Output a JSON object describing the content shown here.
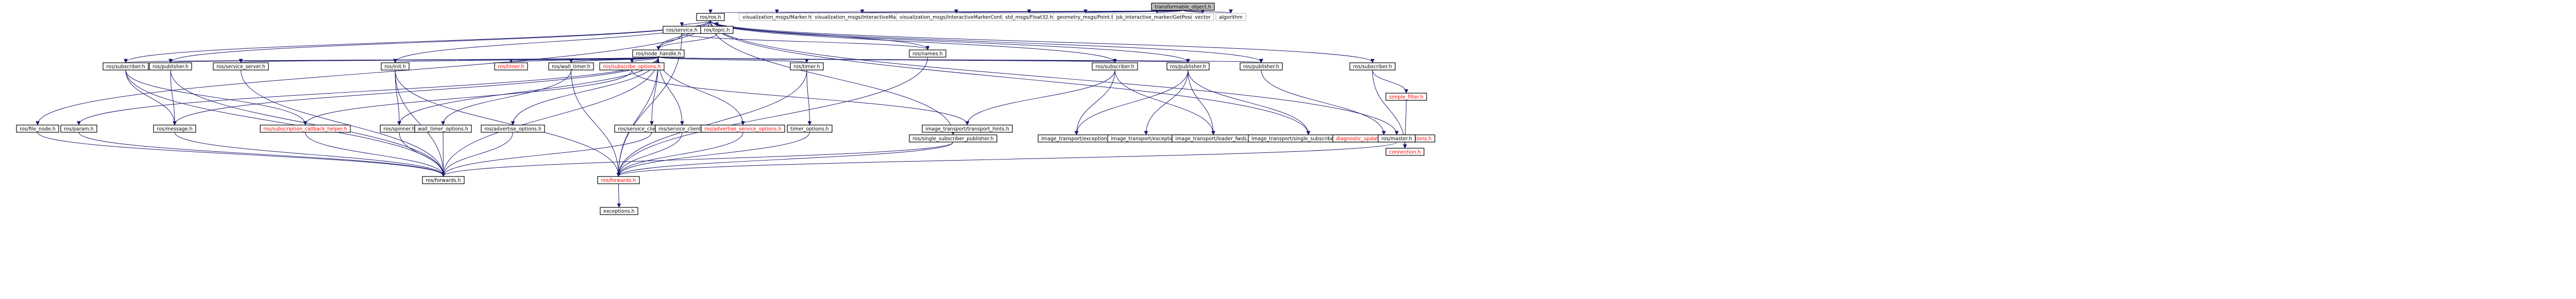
{
  "colors": {
    "edge": "#191970",
    "root_fill": "#bfbfbf",
    "node_border": "#000000",
    "missing_border": "#bfbfbf",
    "text_normal": "#000000",
    "text_red": "#ff0000"
  },
  "nodes": [
    {
      "id": "root",
      "label": "transformable_object.h",
      "kind": "root"
    },
    {
      "id": "ros_ros",
      "label": "ros/ros.h",
      "kind": "normal"
    },
    {
      "id": "vis_marker",
      "label": "visualization_msgs/Marker.h",
      "kind": "missing"
    },
    {
      "id": "vis_imarker",
      "label": "visualization_msgs/InteractiveMarker.h",
      "kind": "missing"
    },
    {
      "id": "vis_imcontrol",
      "label": "visualization_msgs/InteractiveMarkerControl.h",
      "kind": "missing"
    },
    {
      "id": "std_float32",
      "label": "std_msgs/Float32.h",
      "kind": "missing"
    },
    {
      "id": "geom_point",
      "label": "geometry_msgs/Point.h",
      "kind": "missing"
    },
    {
      "id": "jsk_getpose",
      "label": "jsk_interactive_marker/GetPose.h",
      "kind": "missing"
    },
    {
      "id": "vector",
      "label": "vector",
      "kind": "missing"
    },
    {
      "id": "algorithm",
      "label": "algorithm",
      "kind": "missing"
    },
    {
      "id": "ros_service",
      "label": "ros/service.h",
      "kind": "normal"
    },
    {
      "id": "ros_topic",
      "label": "ros/topic.h",
      "kind": "normal"
    },
    {
      "id": "ros_nodehandle",
      "label": "ros/node_handle.h",
      "kind": "normal"
    },
    {
      "id": "ros_names",
      "label": "ros/names.h",
      "kind": "normal"
    },
    {
      "id": "ros_subscriber_top",
      "label": "ros/subscriber.h",
      "kind": "normal"
    },
    {
      "id": "ros_subscriber_a",
      "label": "ros/subscriber.h",
      "kind": "normal"
    },
    {
      "id": "ros_publisher_a",
      "label": "ros/publisher.h",
      "kind": "normal"
    },
    {
      "id": "ros_service_server",
      "label": "ros/service_server.h",
      "kind": "normal"
    },
    {
      "id": "ros_init",
      "label": "ros/init.h",
      "kind": "normal"
    },
    {
      "id": "ros_timer_red",
      "label": "ros/timer.h",
      "kind": "red"
    },
    {
      "id": "ros_wall_timer",
      "label": "ros/wall_timer.h",
      "kind": "normal"
    },
    {
      "id": "ros_subscribe_options",
      "label": "ros/subscribe_options.h",
      "kind": "red"
    },
    {
      "id": "ros_timer",
      "label": "ros/timer.h",
      "kind": "normal"
    },
    {
      "id": "ros_subscriber_b",
      "label": "ros/subscriber.h",
      "kind": "normal"
    },
    {
      "id": "ros_publisher_b",
      "label": "ros/publisher.h",
      "kind": "normal"
    },
    {
      "id": "ros_publisher_c",
      "label": "ros/publisher.h",
      "kind": "normal"
    },
    {
      "id": "ros_file_node",
      "label": "ros/file_node.h",
      "kind": "normal"
    },
    {
      "id": "ros_param",
      "label": "ros/param.h",
      "kind": "normal"
    },
    {
      "id": "ros_message",
      "label": "ros/message.h",
      "kind": "normal"
    },
    {
      "id": "ros_sub_cb_helper",
      "label": "ros/subscription_callback_helper.h",
      "kind": "red"
    },
    {
      "id": "ros_spinner",
      "label": "ros/spinner.h",
      "kind": "normal"
    },
    {
      "id": "ros_wall_timer_options",
      "label": "wall_timer_options.h",
      "kind": "normal"
    },
    {
      "id": "ros_advertise_options",
      "label": "ros/advertise_options.h",
      "kind": "normal"
    },
    {
      "id": "ros_service_client_options",
      "label": "ros/service_client_options.h",
      "kind": "normal"
    },
    {
      "id": "ros_service_client",
      "label": "ros/service_client.h",
      "kind": "normal"
    },
    {
      "id": "ros_advertise_service_options",
      "label": "ros/advertise_service_options.h",
      "kind": "red"
    },
    {
      "id": "timer_options",
      "label": "timer_options.h",
      "kind": "normal"
    },
    {
      "id": "it_transport_hints",
      "label": "image_transport/transport_hints.h",
      "kind": "normal"
    },
    {
      "id": "ros_single_sub_pub",
      "label": "ros/single_subscriber_publisher.h",
      "kind": "normal"
    },
    {
      "id": "it_exception_a",
      "label": "image_transport/exception.h",
      "kind": "normal"
    },
    {
      "id": "it_exception_b",
      "label": "image_transport/exception.h",
      "kind": "normal"
    },
    {
      "id": "it_loader_fwds",
      "label": "image_transport/loader_fwds.h",
      "kind": "normal"
    },
    {
      "id": "it_single_sub_pub",
      "label": "image_transport/single_subscriber_publisher.h",
      "kind": "normal"
    },
    {
      "id": "diag_update_functions",
      "label": "diagnostic_updater/update_functions.h",
      "kind": "red"
    },
    {
      "id": "ros_master",
      "label": "ros/master.h",
      "kind": "normal"
    },
    {
      "id": "simple_filter",
      "label": "simple_filter.h",
      "kind": "red"
    },
    {
      "id": "connection",
      "label": "connection.h",
      "kind": "red"
    },
    {
      "id": "ros_forwards_a",
      "label": "ros/forwards.h",
      "kind": "normal"
    },
    {
      "id": "ros_forwards_b",
      "label": "ros/forwards.h",
      "kind": "red"
    },
    {
      "id": "exceptions",
      "label": "exceptions.h",
      "kind": "normal"
    }
  ],
  "edges": [
    [
      "root",
      "ros_ros"
    ],
    [
      "root",
      "vis_marker"
    ],
    [
      "root",
      "vis_imarker"
    ],
    [
      "root",
      "vis_imcontrol"
    ],
    [
      "root",
      "std_float32"
    ],
    [
      "root",
      "geom_point"
    ],
    [
      "root",
      "jsk_getpose"
    ],
    [
      "root",
      "vector"
    ],
    [
      "root",
      "algorithm"
    ],
    [
      "ros_ros",
      "ros_service"
    ],
    [
      "ros_ros",
      "ros_topic"
    ],
    [
      "ros_ros",
      "ros_nodehandle"
    ],
    [
      "ros_ros",
      "ros_names"
    ],
    [
      "ros_ros",
      "ros_subscriber_top"
    ],
    [
      "ros_ros",
      "ros_subscriber_a"
    ],
    [
      "ros_ros",
      "ros_publisher_a"
    ],
    [
      "ros_ros",
      "ros_init"
    ],
    [
      "ros_ros",
      "ros_subscriber_b"
    ],
    [
      "ros_ros",
      "ros_publisher_b"
    ],
    [
      "ros_ros",
      "ros_publisher_c"
    ],
    [
      "ros_ros",
      "ros_file_node"
    ],
    [
      "ros_ros",
      "ros_single_sub_pub"
    ],
    [
      "ros_ros",
      "it_single_sub_pub"
    ],
    [
      "ros_ros",
      "ros_master"
    ],
    [
      "ros_service",
      "ros_nodehandle"
    ],
    [
      "ros_service",
      "ros_forwards_b"
    ],
    [
      "ros_service",
      "ros_names"
    ],
    [
      "ros_topic",
      "ros_nodehandle"
    ],
    [
      "ros_nodehandle",
      "ros_subscriber_a"
    ],
    [
      "ros_nodehandle",
      "ros_publisher_a"
    ],
    [
      "ros_nodehandle",
      "ros_service_server"
    ],
    [
      "ros_nodehandle",
      "ros_init"
    ],
    [
      "ros_nodehandle",
      "ros_timer_red"
    ],
    [
      "ros_nodehandle",
      "ros_wall_timer"
    ],
    [
      "ros_nodehandle",
      "ros_subscribe_options"
    ],
    [
      "ros_nodehandle",
      "ros_timer"
    ],
    [
      "ros_nodehandle",
      "ros_subscriber_b"
    ],
    [
      "ros_nodehandle",
      "ros_publisher_b"
    ],
    [
      "ros_nodehandle",
      "ros_publisher_c"
    ],
    [
      "ros_nodehandle",
      "ros_param"
    ],
    [
      "ros_nodehandle",
      "ros_spinner"
    ],
    [
      "ros_nodehandle",
      "ros_advertise_options"
    ],
    [
      "ros_nodehandle",
      "ros_service_client_options"
    ],
    [
      "ros_nodehandle",
      "ros_service_client"
    ],
    [
      "ros_nodehandle",
      "ros_advertise_service_options"
    ],
    [
      "ros_nodehandle",
      "ros_forwards_b"
    ],
    [
      "ros_nodehandle",
      "ros_forwards_a"
    ],
    [
      "ros_nodehandle",
      "ros_message"
    ],
    [
      "ros_names",
      "ros_forwards_b"
    ],
    [
      "ros_subscriber_a",
      "ros_forwards_a"
    ],
    [
      "ros_subscriber_a",
      "ros_sub_cb_helper"
    ],
    [
      "ros_subscriber_a",
      "ros_message"
    ],
    [
      "ros_publisher_a",
      "ros_message"
    ],
    [
      "ros_publisher_a",
      "ros_forwards_a"
    ],
    [
      "ros_service_server",
      "ros_forwards_a"
    ],
    [
      "ros_init",
      "ros_spinner"
    ],
    [
      "ros_init",
      "ros_forwards_a"
    ],
    [
      "ros_init",
      "ros_forwards_b"
    ],
    [
      "ros_wall_timer",
      "ros_wall_timer_options"
    ],
    [
      "ros_wall_timer",
      "ros_forwards_b"
    ],
    [
      "ros_subscribe_options",
      "it_transport_hints"
    ],
    [
      "ros_subscribe_options",
      "ros_sub_cb_helper"
    ],
    [
      "ros_timer",
      "timer_options"
    ],
    [
      "ros_timer",
      "ros_forwards_b"
    ],
    [
      "ros_subscriber_b",
      "it_transport_hints"
    ],
    [
      "ros_subscriber_b",
      "it_exception_a"
    ],
    [
      "ros_subscriber_b",
      "it_loader_fwds"
    ],
    [
      "ros_publisher_b",
      "it_exception_b"
    ],
    [
      "ros_publisher_b",
      "it_loader_fwds"
    ],
    [
      "ros_publisher_b",
      "it_single_sub_pub"
    ],
    [
      "ros_publisher_b",
      "it_exception_a"
    ],
    [
      "ros_publisher_c",
      "diag_update_functions"
    ],
    [
      "ros_subscriber_top",
      "simple_filter"
    ],
    [
      "ros_subscriber_top",
      "connection"
    ],
    [
      "simple_filter",
      "connection"
    ],
    [
      "ros_file_node",
      "ros_forwards_a"
    ],
    [
      "ros_param",
      "ros_forwards_a"
    ],
    [
      "ros_message",
      "ros_forwards_a"
    ],
    [
      "ros_sub_cb_helper",
      "ros_forwards_a"
    ],
    [
      "ros_spinner",
      "ros_forwards_a"
    ],
    [
      "ros_wall_timer_options",
      "ros_forwards_a"
    ],
    [
      "ros_advertise_options",
      "ros_forwards_a"
    ],
    [
      "ros_service_client_options",
      "ros_forwards_a"
    ],
    [
      "ros_service_client",
      "ros_forwards_b"
    ],
    [
      "ros_advertise_service_options",
      "ros_forwards_b"
    ],
    [
      "timer_options",
      "ros_forwards_b"
    ],
    [
      "ros_single_sub_pub",
      "ros_forwards_a"
    ],
    [
      "ros_single_sub_pub",
      "ros_forwards_b"
    ],
    [
      "ros_master",
      "ros_forwards_b"
    ],
    [
      "ros_forwards_b",
      "exceptions"
    ]
  ]
}
